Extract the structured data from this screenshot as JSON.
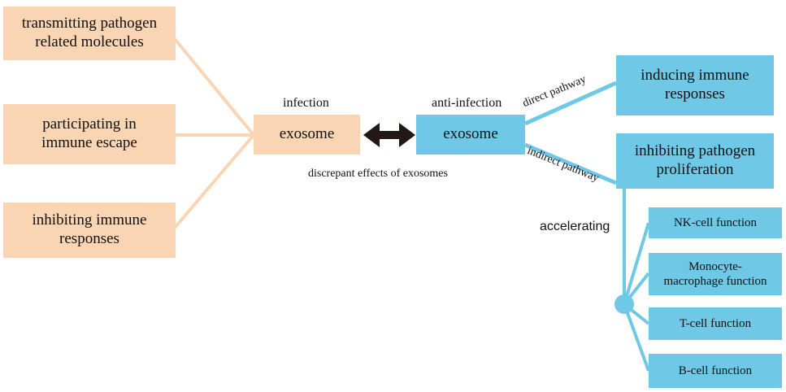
{
  "colors": {
    "infection_box": "#f9d5b3",
    "infection_line": "#f9d5b3",
    "anti_infection_box": "#6fc8e6",
    "anti_infection_line": "#6fc8e6",
    "arrow": "#231815"
  },
  "infection": {
    "caption": "infection",
    "center_label": "exosome",
    "boxes": [
      "transmitting pathogen\nrelated molecules",
      "participating in\nimmune escape",
      "inhibiting immune\nresponses"
    ]
  },
  "middle_caption": "discrepant effects of exosomes",
  "anti_infection": {
    "caption": "anti-infection",
    "center_label": "exosome",
    "direct_pathway_label": "direct pathway",
    "indirect_pathway_label": "indirect pathway",
    "direct_box": "inducing immune\nresponses",
    "indirect_box": "inhibiting pathogen\nproliferation",
    "accelerating_label": "accelerating",
    "cell_functions": [
      "NK-cell function",
      "Monocyte-\nmacrophage function",
      "T-cell function",
      "B-cell function"
    ]
  }
}
